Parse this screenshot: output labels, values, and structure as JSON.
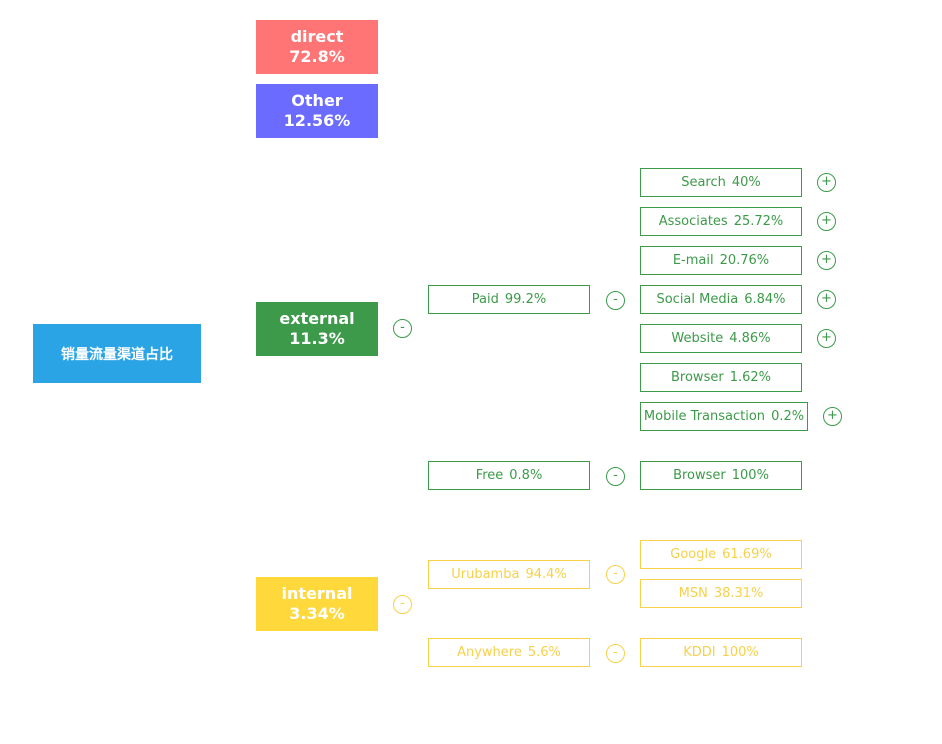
{
  "root": {
    "label": "销量流量渠道占比",
    "color": "#2ba4e6"
  },
  "direct": {
    "label": "direct",
    "value": "72.8%",
    "color": "#ff7575"
  },
  "other": {
    "label": "Other",
    "value": "12.56%",
    "color": "#6b6bff"
  },
  "external": {
    "label": "external",
    "value": "11.3%",
    "color": "#3d9a4a",
    "toggle": "-",
    "paid": {
      "label": "Paid",
      "value": "99.2%",
      "toggle": "-",
      "children": [
        {
          "label": "Search",
          "value": "40%",
          "toggle": "+"
        },
        {
          "label": "Associates",
          "value": "25.72%",
          "toggle": "+"
        },
        {
          "label": "E-mail",
          "value": "20.76%",
          "toggle": "+"
        },
        {
          "label": "Social Media",
          "value": "6.84%",
          "toggle": "+"
        },
        {
          "label": "Website",
          "value": "4.86%",
          "toggle": "+"
        },
        {
          "label": "Browser",
          "value": "1.62%"
        },
        {
          "label": "Mobile Transaction",
          "value": "0.2%",
          "toggle": "+"
        }
      ]
    },
    "free": {
      "label": "Free",
      "value": "0.8%",
      "toggle": "-",
      "children": [
        {
          "label": "Browser",
          "value": "100%"
        }
      ]
    }
  },
  "internal": {
    "label": "internal",
    "value": "3.34%",
    "color": "#ffd93b",
    "toggle": "-",
    "urubamba": {
      "label": "Urubamba",
      "value": "94.4%",
      "toggle": "-",
      "children": [
        {
          "label": "Google",
          "value": "61.69%"
        },
        {
          "label": "MSN",
          "value": "38.31%"
        }
      ]
    },
    "anywhere": {
      "label": "Anywhere",
      "value": "5.6%",
      "toggle": "-",
      "children": [
        {
          "label": "KDDI",
          "value": "100%"
        }
      ]
    }
  }
}
